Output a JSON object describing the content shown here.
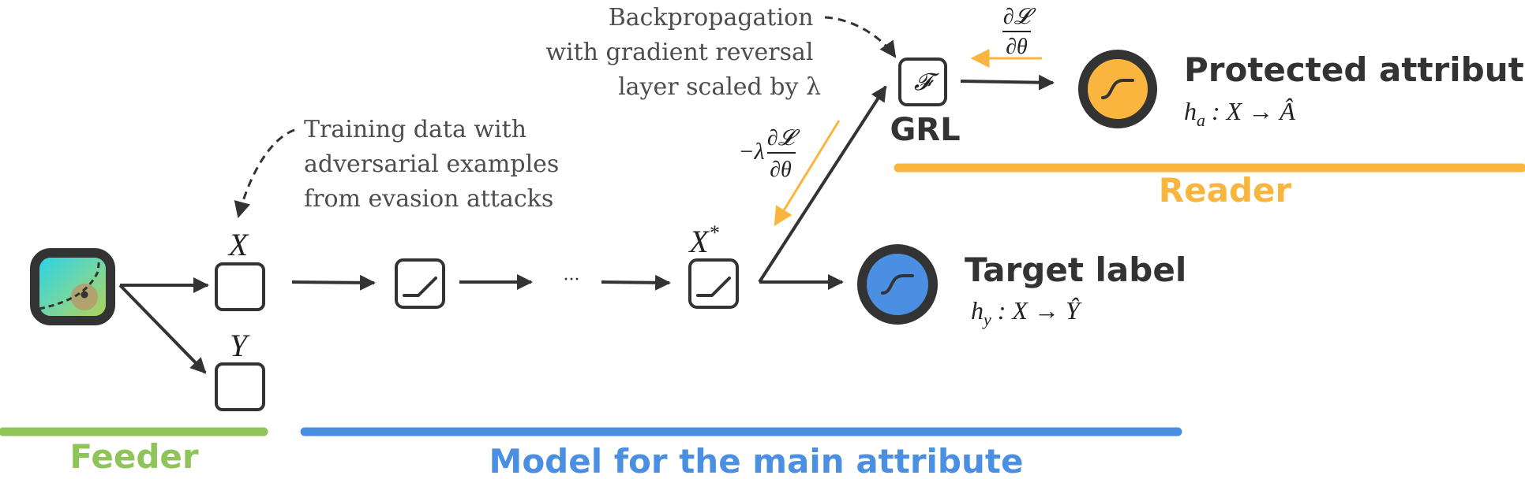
{
  "colors": {
    "dark": "#333333",
    "feeder": "#8fc45a",
    "model": "#4a8fe2",
    "reader": "#f9b53d"
  },
  "annotations": {
    "training_data": [
      "Training data with",
      "adversarial examples",
      "from evasion attacks"
    ],
    "backprop": [
      "Backpropagation",
      "with gradient reversal",
      "layer scaled by λ"
    ]
  },
  "nodes": {
    "x_label": "X",
    "x_star_base": "X",
    "x_star_sup": "*",
    "y_label": "Y",
    "ellipsis": "···",
    "grl_symbol": "𝓕",
    "grl_label": "GRL"
  },
  "gradients": {
    "reversed_prefix": "−λ",
    "numerator": "∂𝓛",
    "denominator": "∂θ"
  },
  "heads": {
    "protected": {
      "title": "Protected attribute",
      "fn_h": "h",
      "fn_sub": "a",
      "fn_rest": " : X → Â"
    },
    "target": {
      "title": "Target label",
      "fn_h": "h",
      "fn_sub": "y",
      "fn_rest": " : X → Ŷ"
    }
  },
  "sections": {
    "feeder": "Feeder",
    "model": "Model for the main attribute",
    "reader": "Reader"
  },
  "icons": {
    "input": "map-input-icon",
    "activation_a": "linear-unit-icon",
    "activation_b": "linear-unit-icon",
    "protected_head": "sigmoid-icon",
    "target_head": "sigmoid-icon"
  }
}
